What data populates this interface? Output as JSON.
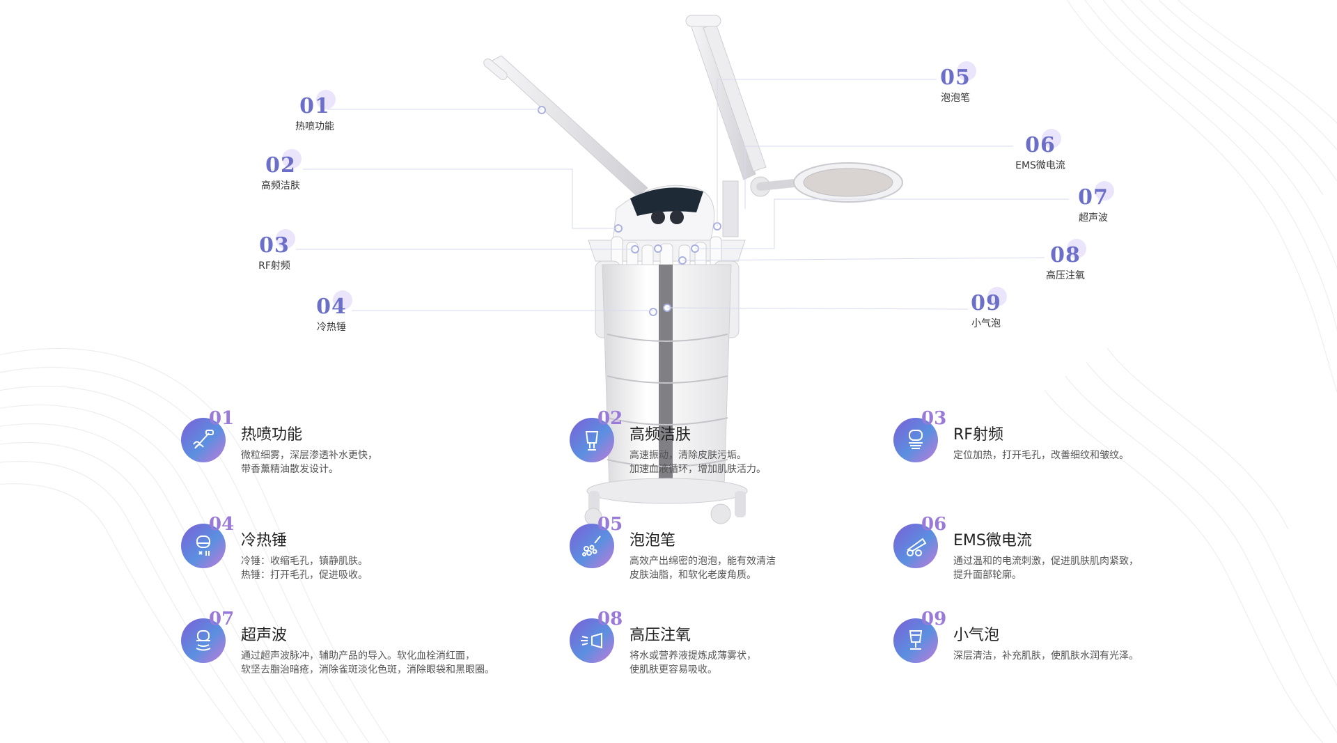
{
  "colors": {
    "accent": "#6b6fc7",
    "gradient_start": "#7b5fd6",
    "gradient_end": "#c27ad8",
    "text": "#333333",
    "muted": "#555555"
  },
  "callouts": [
    {
      "num": "01",
      "label": "热喷功能"
    },
    {
      "num": "02",
      "label": "高频洁肤"
    },
    {
      "num": "03",
      "label": "RF射频"
    },
    {
      "num": "04",
      "label": "冷热锤"
    },
    {
      "num": "05",
      "label": "泡泡笔"
    },
    {
      "num": "06",
      "label": "EMS微电流"
    },
    {
      "num": "07",
      "label": "超声波"
    },
    {
      "num": "08",
      "label": "高压注氧"
    },
    {
      "num": "09",
      "label": "小气泡"
    }
  ],
  "features": [
    {
      "num": "01",
      "title": "热喷功能",
      "icon": "steamer-icon",
      "desc": [
        "微粒细雾，深层渗透补水更快，",
        "带香薰精油散发设计。"
      ]
    },
    {
      "num": "02",
      "title": "高频洁肤",
      "icon": "high-frequency-icon",
      "desc": [
        "高速振动，清除皮肤污垢。",
        "加速血液循环，增加肌肤活力。"
      ]
    },
    {
      "num": "03",
      "title": "RF射频",
      "icon": "rf-icon",
      "desc": [
        "定位加热，打开毛孔，改善细纹和皱纹。"
      ]
    },
    {
      "num": "04",
      "title": "冷热锤",
      "icon": "hot-cold-hammer-icon",
      "desc": [
        "冷锤：收缩毛孔，镇静肌肤。",
        "热锤：打开毛孔，促进吸收。"
      ]
    },
    {
      "num": "05",
      "title": "泡泡笔",
      "icon": "bubble-pen-icon",
      "desc": [
        "高效产出绵密的泡泡，能有效清洁",
        "皮肤油脂，和软化老废角质。"
      ]
    },
    {
      "num": "06",
      "title": "EMS微电流",
      "icon": "ems-roller-icon",
      "desc": [
        "通过温和的电流刺激，促进肌肤肌肉紧致，",
        "提升面部轮廓。"
      ]
    },
    {
      "num": "07",
      "title": "超声波",
      "icon": "ultrasonic-icon",
      "desc": [
        "通过超声波脉冲，辅助产品的导入。软化血栓消红面，",
        "软坚去脂治暗疮，消除雀斑淡化色斑，消除眼袋和黑眼圈。"
      ]
    },
    {
      "num": "08",
      "title": "高压注氧",
      "icon": "oxygen-spray-icon",
      "desc": [
        "将水或营养液提炼成薄雾状，",
        "使肌肤更容易吸收。"
      ]
    },
    {
      "num": "09",
      "title": "小气泡",
      "icon": "small-bubble-icon",
      "desc": [
        "深层清洁，补充肌肤，使肌肤水润有光泽。"
      ]
    }
  ]
}
